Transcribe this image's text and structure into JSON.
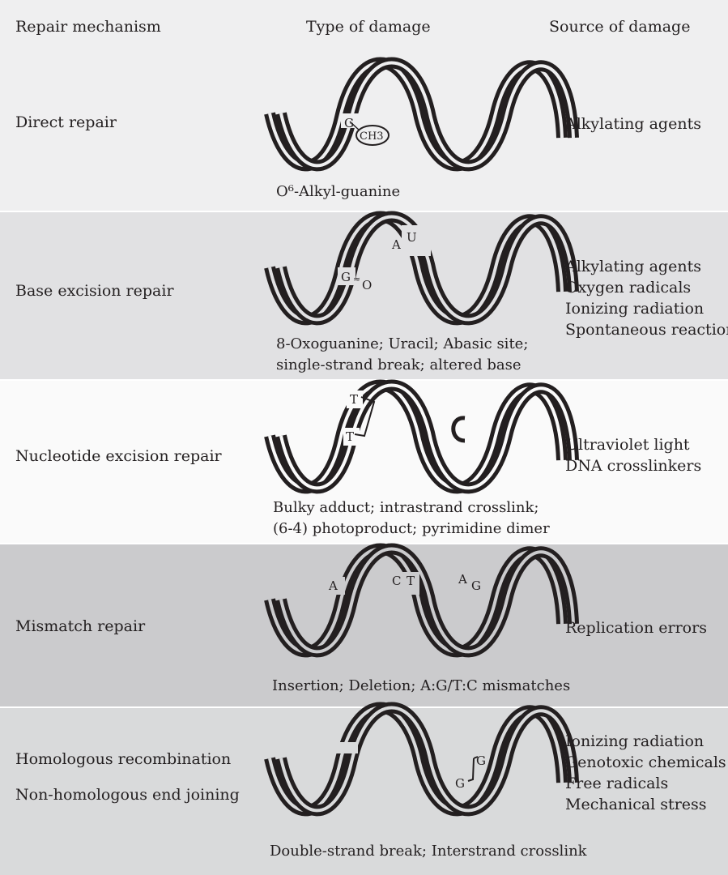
{
  "headers": {
    "mechanism": "Repair mechanism",
    "damage": "Type of damage",
    "source": "Source of damage"
  },
  "colors": {
    "band_light_gray": "#efeff0",
    "band_mid_gray": "#e1e1e3",
    "band_white": "#fafafa",
    "band_dark_gray": "#cbcbcd",
    "band_gray": "#d9dadb",
    "strand": "#231f20"
  },
  "rows": [
    {
      "mechanism": "Direct repair",
      "damage": [
        "O⁶-Alkyl-guanine"
      ],
      "sources": [
        "Alkylating agents"
      ],
      "marks": [
        "G",
        "CH3"
      ]
    },
    {
      "mechanism": "Base excision repair",
      "damage": [
        "8-Oxoguanine; Uracil; Abasic site;",
        "single-strand break; altered base"
      ],
      "sources": [
        "Alkylating agents",
        "Oxygen radicals",
        "Ionizing radiation",
        "Spontaneous reactions"
      ],
      "marks": [
        "G",
        "O",
        "A",
        "U"
      ]
    },
    {
      "mechanism": "Nucleotide excision repair",
      "damage": [
        "Bulky adduct; intrastrand crosslink;",
        "(6-4) photoproduct; pyrimidine dimer"
      ],
      "sources": [
        "Ultraviolet light",
        "DNA crosslinkers"
      ],
      "marks": [
        "T",
        "T"
      ]
    },
    {
      "mechanism": "Mismatch repair",
      "damage": [
        "Insertion; Deletion; A:G/T:C mismatches"
      ],
      "sources": [
        "Replication errors"
      ],
      "marks": [
        "A",
        "C",
        "T",
        "A",
        "G"
      ]
    },
    {
      "mechanism": [
        "Homologous recombination",
        "Non-homologous end joining"
      ],
      "damage": [
        "Double-strand break; Interstrand crosslink"
      ],
      "sources": [
        "Ionizing radiation",
        "Genotoxic chemicals",
        "Free radicals",
        "Mechanical stress"
      ],
      "marks": [
        "G",
        "G"
      ]
    }
  ]
}
